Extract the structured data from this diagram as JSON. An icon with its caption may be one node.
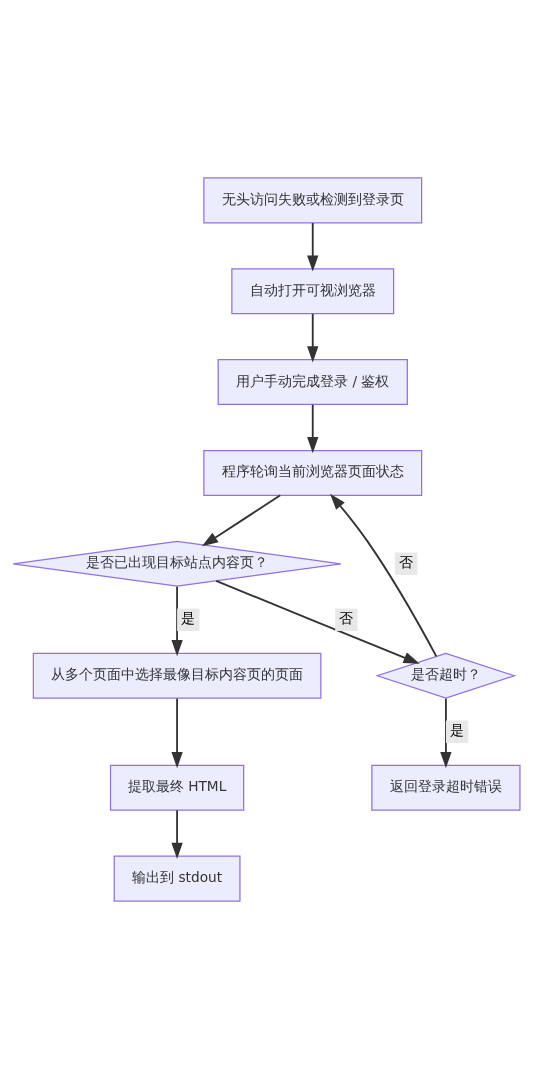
{
  "diagram": {
    "nodes": [
      {
        "text": [
          "无头访问失败或检测到登录页"
        ]
      },
      {
        "text": [
          "自动打开可视浏览器"
        ]
      },
      {
        "text": [
          "用户手动完成登录 / 鉴权"
        ]
      },
      {
        "text": [
          "程序轮询当前浏览器页面状态"
        ]
      },
      {
        "text": [
          "是否已出现目标站点内容页？"
        ]
      },
      {
        "text": [
          "是否超时？"
        ]
      },
      {
        "text": [
          "从多个页面中选择最像目标内容页的页面"
        ]
      },
      {
        "text": [
          "返回登录超时错误"
        ]
      },
      {
        "text": [
          "提取最终 HTML"
        ]
      },
      {
        "text": [
          "输出到 stdout"
        ]
      }
    ],
    "edges": [
      {
        "from": 0,
        "to": 1,
        "arrow": "to"
      },
      {
        "from": 1,
        "to": 2,
        "arrow": "to"
      },
      {
        "from": 2,
        "to": 3,
        "arrow": "to"
      },
      {
        "from": 3,
        "to": 4,
        "arrow": "to"
      },
      {
        "from": 4,
        "to": 5,
        "arrow": "to",
        "label": "否"
      },
      {
        "from": 4,
        "to": 6,
        "arrow": "to",
        "label": "是"
      },
      {
        "from": 5,
        "to": 3,
        "arrow": "to",
        "label": "否"
      },
      {
        "from": 5,
        "to": 7,
        "arrow": "to",
        "label": "是"
      },
      {
        "from": 6,
        "to": 8,
        "arrow": "to"
      },
      {
        "from": 8,
        "to": 9,
        "arrow": "to"
      }
    ]
  }
}
